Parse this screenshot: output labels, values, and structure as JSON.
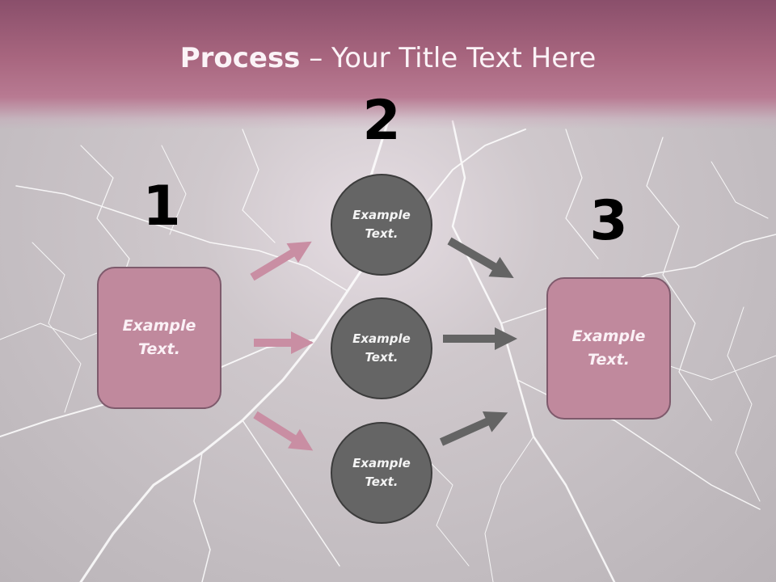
{
  "title": {
    "bold": "Process",
    "rest": " – Your Title Text Here"
  },
  "steps": [
    {
      "number": "1",
      "line1": "Example",
      "line2": "Text."
    },
    {
      "number": "2"
    },
    {
      "number": "3",
      "line1": "Example",
      "line2": "Text."
    }
  ],
  "circles": [
    {
      "line1": "Example",
      "line2": "Text."
    },
    {
      "line1": "Example",
      "line2": "Text."
    },
    {
      "line1": "Example",
      "line2": "Text."
    }
  ],
  "colors": {
    "header": "#a8667f",
    "box_fill": "#c0899d",
    "circle_fill": "#656565",
    "pink_arrow": "#c98ea3",
    "grey_arrow": "#646464"
  }
}
